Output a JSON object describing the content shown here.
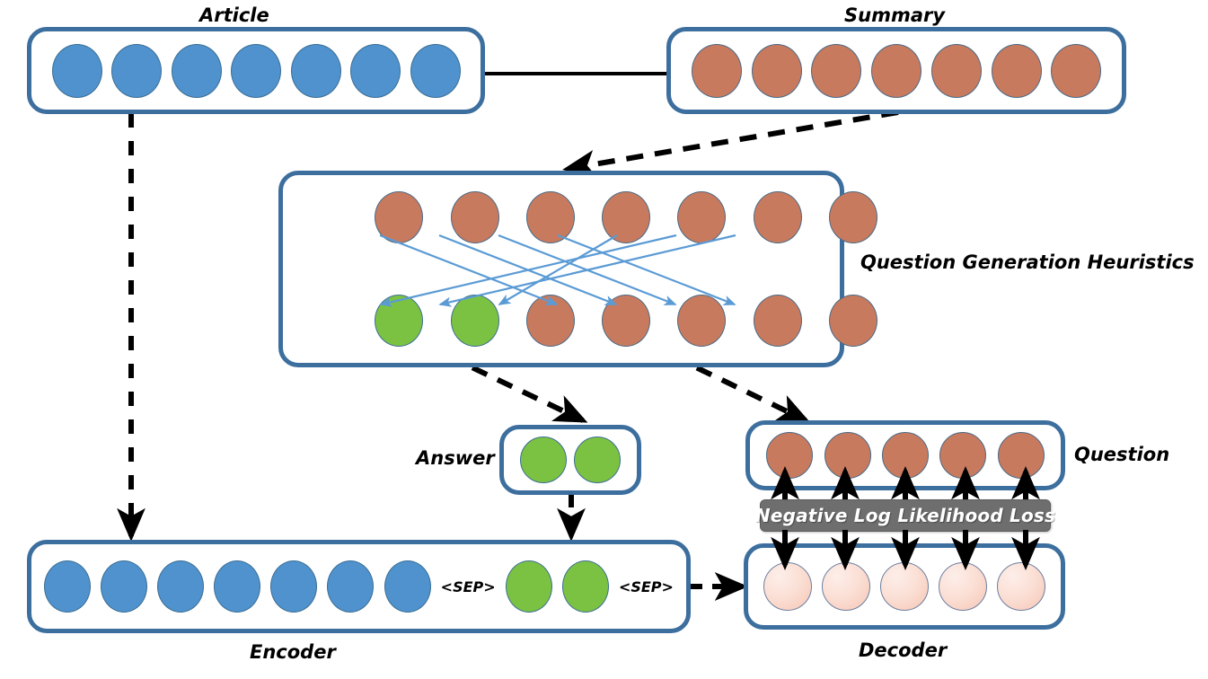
{
  "figure": {
    "title": "Question generation pipeline diagram",
    "background": "#ffffff"
  },
  "colors": {
    "box_border": "#3c6e9e",
    "node_blue": "#4f92cd",
    "node_salmon": "#c87a5e",
    "node_green": "#7cc242",
    "node_pale_pink": "#fbe0d6",
    "edge_blue": "#5b9bd5",
    "arrow_black": "#000000",
    "loss_bar": "#6e6e6e",
    "loss_text": "#ffffff"
  },
  "labels": {
    "article": "Article",
    "summary": "Summary",
    "question_generation_heuristics": "Question Generation Heuristics",
    "answer": "Answer",
    "question": "Question",
    "encoder": "Encoder",
    "decoder": "Decoder",
    "nll_loss": "Negative Log Likelihood Loss",
    "sep_1": "<SEP>",
    "sep_2": "<SEP>"
  },
  "boxes": {
    "article": {
      "node_count": 7,
      "node_color": "blue"
    },
    "summary": {
      "node_count": 7,
      "node_color": "salmon"
    },
    "qgh_top_row": {
      "node_count": 7,
      "node_color": "salmon"
    },
    "qgh_bottom_row": {
      "node_count": 7,
      "node_colors": [
        "green",
        "green",
        "salmon",
        "salmon",
        "salmon",
        "salmon",
        "salmon"
      ]
    },
    "answer": {
      "node_count": 2,
      "node_color": "green"
    },
    "question": {
      "node_count": 5,
      "node_color": "salmon"
    },
    "encoder": {
      "node_count": 9,
      "node_colors": [
        "blue",
        "blue",
        "blue",
        "blue",
        "blue",
        "blue",
        "blue",
        "green",
        "green"
      ],
      "separator_after_index": 7,
      "trailing_separator": true
    },
    "decoder": {
      "node_count": 5,
      "node_color": "pale"
    }
  },
  "heuristic_mapping": {
    "description": "Arrows from summary tokens (top row) to reordered question/answer tokens (bottom row)",
    "pairs": [
      {
        "from": 1,
        "to": 4
      },
      {
        "from": 2,
        "to": 5
      },
      {
        "from": 3,
        "to": 6
      },
      {
        "from": 4,
        "to": 7
      },
      {
        "from": 5,
        "to": 3
      },
      {
        "from": 6,
        "to": 1
      },
      {
        "from": 7,
        "to": 2
      }
    ]
  },
  "flow_arrows": [
    {
      "name": "article-to-summary",
      "style": "solid",
      "label": ""
    },
    {
      "name": "summary-to-heuristics",
      "style": "dashed",
      "label": ""
    },
    {
      "name": "article-to-encoder",
      "style": "dashed",
      "label": ""
    },
    {
      "name": "heuristics-to-answer",
      "style": "dashed",
      "label": ""
    },
    {
      "name": "heuristics-to-question",
      "style": "dashed",
      "label": ""
    },
    {
      "name": "answer-to-encoder",
      "style": "dashed",
      "label": ""
    },
    {
      "name": "encoder-to-decoder",
      "style": "dashed",
      "label": ""
    },
    {
      "name": "decoder-to-loss",
      "style": "solid",
      "label": ""
    },
    {
      "name": "loss-to-question",
      "style": "solid",
      "label": ""
    }
  ]
}
